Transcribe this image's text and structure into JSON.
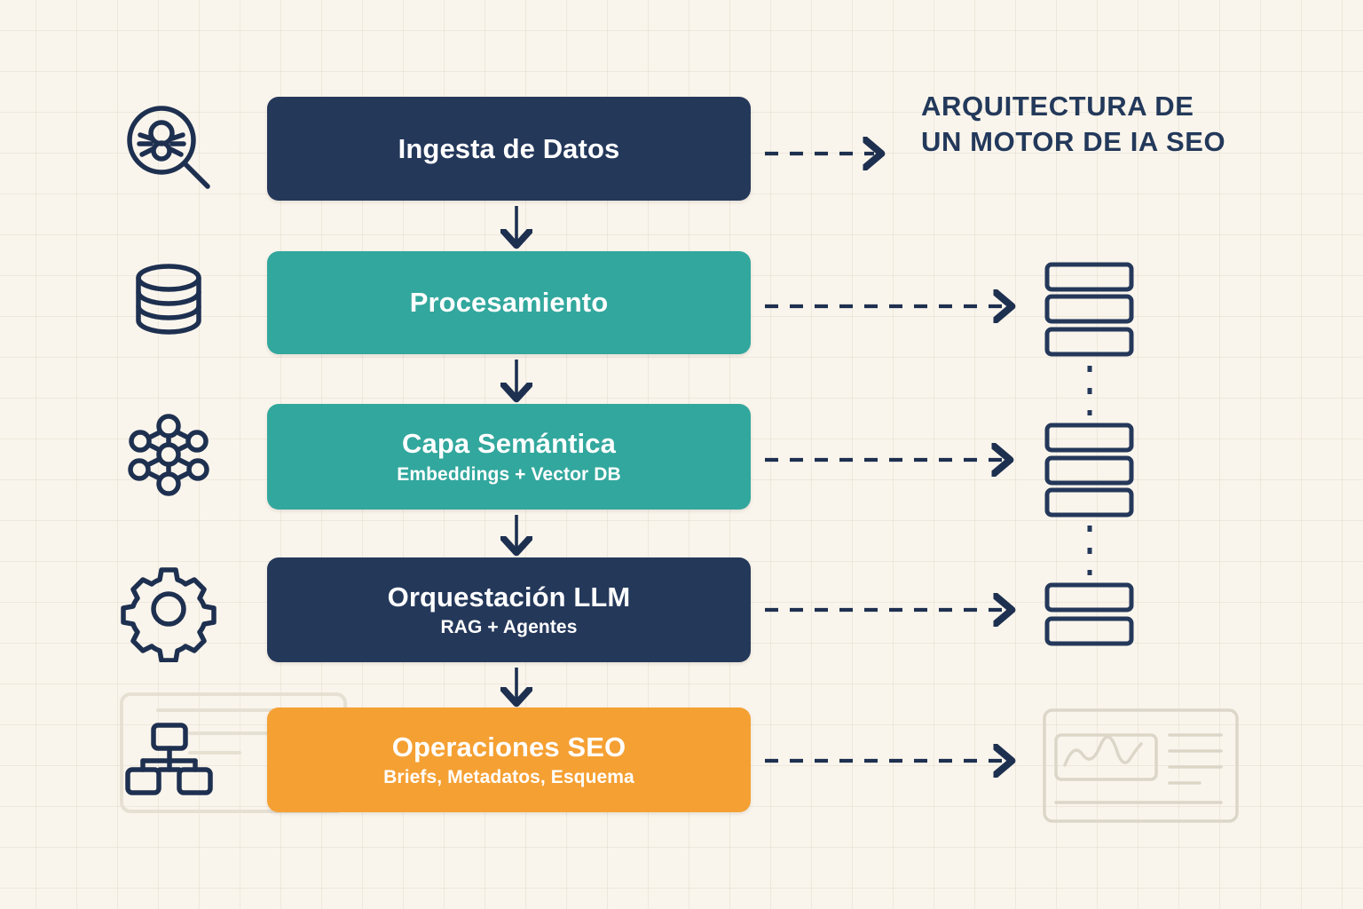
{
  "title": {
    "line1": "ARQUITECTURA DE",
    "line2": "UN MOTOR DE IA SEO"
  },
  "colors": {
    "background": "#faf5ec",
    "navy": "#24385a",
    "teal": "#32a79d",
    "orange": "#f5a033",
    "grid_line": "#bfb29b",
    "text_on_box": "#ffffff",
    "watermark": "#e3ddd0"
  },
  "flow": {
    "nodes": [
      {
        "title": "Ingesta de Datos",
        "subtitle": "",
        "color": "navy",
        "icon": "crawler-magnifier-icon"
      },
      {
        "title": "Procesamiento",
        "subtitle": "",
        "color": "teal",
        "icon": "database-icon"
      },
      {
        "title": "Capa Semántica",
        "subtitle": "Embeddings + Vector DB",
        "color": "teal",
        "icon": "neural-network-icon"
      },
      {
        "title": "Orquestación LLM",
        "subtitle": "RAG + Agentes",
        "color": "navy",
        "icon": "gear-icon"
      },
      {
        "title": "Operaciones SEO",
        "subtitle": "Briefs, Metadatos, Esquema",
        "color": "orange",
        "icon": "sitemap-icon"
      }
    ],
    "connector_style": "solid-down-arrow",
    "side_connector_style": "dashed-right-arrow",
    "side_connector_count": 5
  },
  "right_panel": {
    "groups": [
      {
        "bars": 3
      },
      {
        "bars": 3
      },
      {
        "bars": 2
      }
    ],
    "group_link_style": "vertical-dotted",
    "dashboard_watermark": {
      "chart_glyph": "wave-line",
      "text_lines": 4,
      "footer_rule": true
    }
  }
}
